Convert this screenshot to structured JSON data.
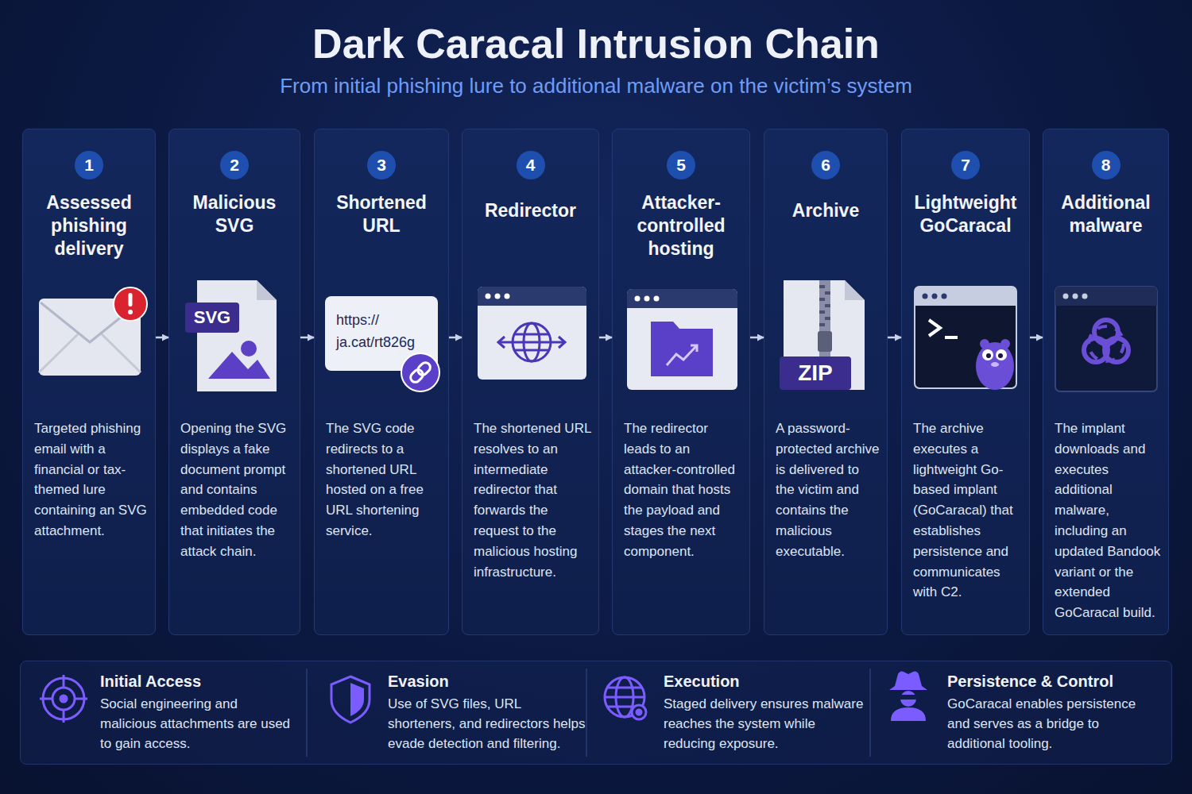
{
  "diagram": {
    "title": "Dark Caracal Intrusion Chain",
    "nodes": [
      {
        "text": [
          "1",
          "Assessed phishing delivery",
          "Targeted phishing email with a financial or tax-themed lure containing an SVG attachment."
        ]
      },
      {
        "text": [
          "2",
          "Malicious SVG",
          "SVG",
          "Opening the SVG displays a fake document prompt and contains embedded code that initiates the attack chain."
        ]
      },
      {
        "text": [
          "3",
          "Shortened URL",
          "https:// ja.cat/rt826g",
          "The SVG code redirects to a shortened URL hosted on a free URL shortening service."
        ]
      },
      {
        "text": [
          "4",
          "Redirector",
          "The shortened URL resolves to an intermediate redirector that forwards the request to the malicious hosting infrastructure."
        ]
      },
      {
        "text": [
          "5",
          "Attacker-controlled hosting",
          "The redirector leads to an attacker-controlled domain that hosts the payload and stages the next component."
        ]
      },
      {
        "text": [
          "6",
          "Archive",
          "ZIP",
          "A password-protected archive is delivered to the victim and contains the malicious executable."
        ]
      },
      {
        "text": [
          "7",
          "Lightweight GoCaracal",
          "The archive executes a lightweight Go-based implant (GoCaracal) that establishes persistence and communicates with C2."
        ]
      },
      {
        "text": [
          "8",
          "Additional malware",
          "The implant downloads and executes additional malware, including an updated Bandook variant or the extended GoCaracal build."
        ]
      },
      {
        "text": [
          "Initial Access",
          "Social engineering and malicious attachments are used to gain access."
        ]
      },
      {
        "text": [
          "Evasion",
          "Use of SVG files, URL shorteners, and redirectors helps evade detection and filtering."
        ]
      },
      {
        "text": [
          "Execution",
          "Staged delivery ensures malware reaches the system while reducing exposure."
        ]
      },
      {
        "text": [
          "Persistence & Control",
          "GoCaracal enables persistence and serves as a bridge to additional tooling."
        ]
      }
    ],
    "edges": [
      {
        "from": 0,
        "to": 1,
        "arrow": "to"
      },
      {
        "from": 1,
        "to": 2,
        "arrow": "to"
      },
      {
        "from": 2,
        "to": 3,
        "arrow": "to"
      },
      {
        "from": 3,
        "to": 4,
        "arrow": "to"
      },
      {
        "from": 4,
        "to": 5,
        "arrow": "to"
      },
      {
        "from": 5,
        "to": 6,
        "arrow": "to"
      },
      {
        "from": 6,
        "to": 7,
        "arrow": "to"
      }
    ],
    "labels": [
      "From initial phishing lure to additional malware on the victim’s system"
    ]
  }
}
